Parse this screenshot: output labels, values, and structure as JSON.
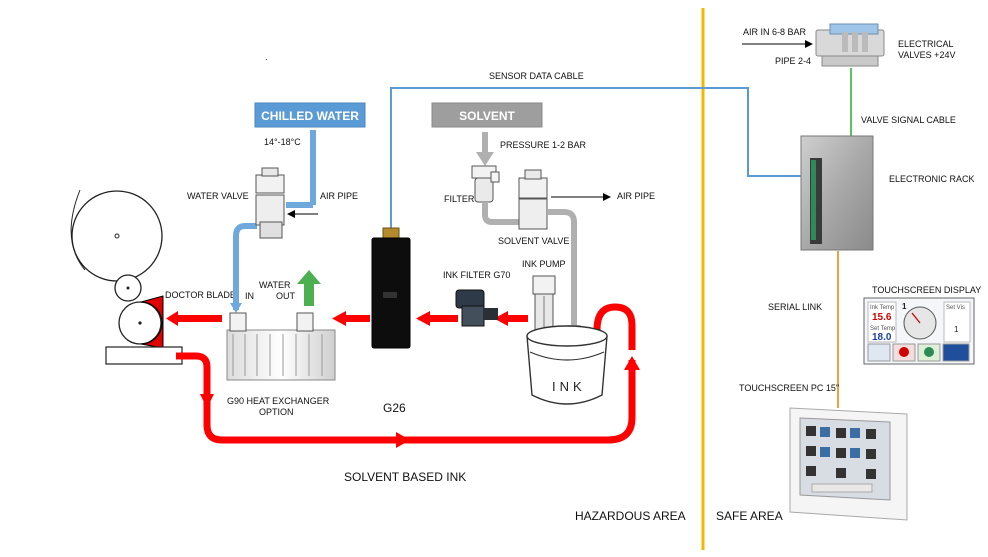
{
  "labels": {
    "chilled_water": "CHILLED WATER",
    "solvent": "SOLVENT",
    "temp_range": "14°-18°C",
    "pressure": "PRESSURE 1-2 BAR",
    "water_valve": "WATER VALVE",
    "air_pipe_1": "AIR PIPE",
    "air_pipe_2": "AIR PIPE",
    "filter": "FILTER",
    "solvent_valve": "SOLVENT VALVE",
    "ink_filter": "INK FILTER G70",
    "ink_pump": "INK PUMP",
    "doctor_blade": "DOCTOR BLADE",
    "water": "WATER",
    "in": "IN",
    "out": "OUT",
    "g26": "G26",
    "hx_line1": "G90 HEAT EXCHANGER",
    "hx_line2": "OPTION",
    "ink": "INK",
    "solvent_based_ink": "SOLVENT BASED INK",
    "hazardous_area": "HAZARDOUS AREA",
    "safe_area": "SAFE AREA",
    "sensor_cable": "SENSOR DATA CABLE",
    "air_in": "AIR IN 6-8 BAR",
    "pipe": "PIPE 2-4",
    "elec_valves_1": "ELECTRICAL",
    "elec_valves_2": "VALVES +24V",
    "valve_signal": "VALVE SIGNAL CABLE",
    "electronic_rack": "ELECTRONIC RACK",
    "serial_link": "SERIAL LINK",
    "touch_display": "TOUCHSCREEN DISPLAY",
    "touch_pc": "TOUCHSCREEN PC 15''",
    "stray_mark": "."
  },
  "display": {
    "val_red": "15.6",
    "val_red_label": "Ink Temp",
    "val_blue": "18.0",
    "val_blue_label": "Set Temp",
    "val_mid": "1",
    "val_right": "1",
    "val_right_label": "Set Vis"
  },
  "colors": {
    "ink_flow": "#ff0000",
    "water_pipe": "#6fa8dc",
    "solvent_pipe": "#b0b0b0",
    "sensor_cable": "#5b9bd5",
    "valve_signal": "#5cc25c",
    "serial_link": "#f0a040",
    "area_divider": "#f5b800",
    "chilled_tag": "#5b9bd5",
    "solvent_tag": "#9e9e9e",
    "water_out_arrow": "#4caf50"
  }
}
